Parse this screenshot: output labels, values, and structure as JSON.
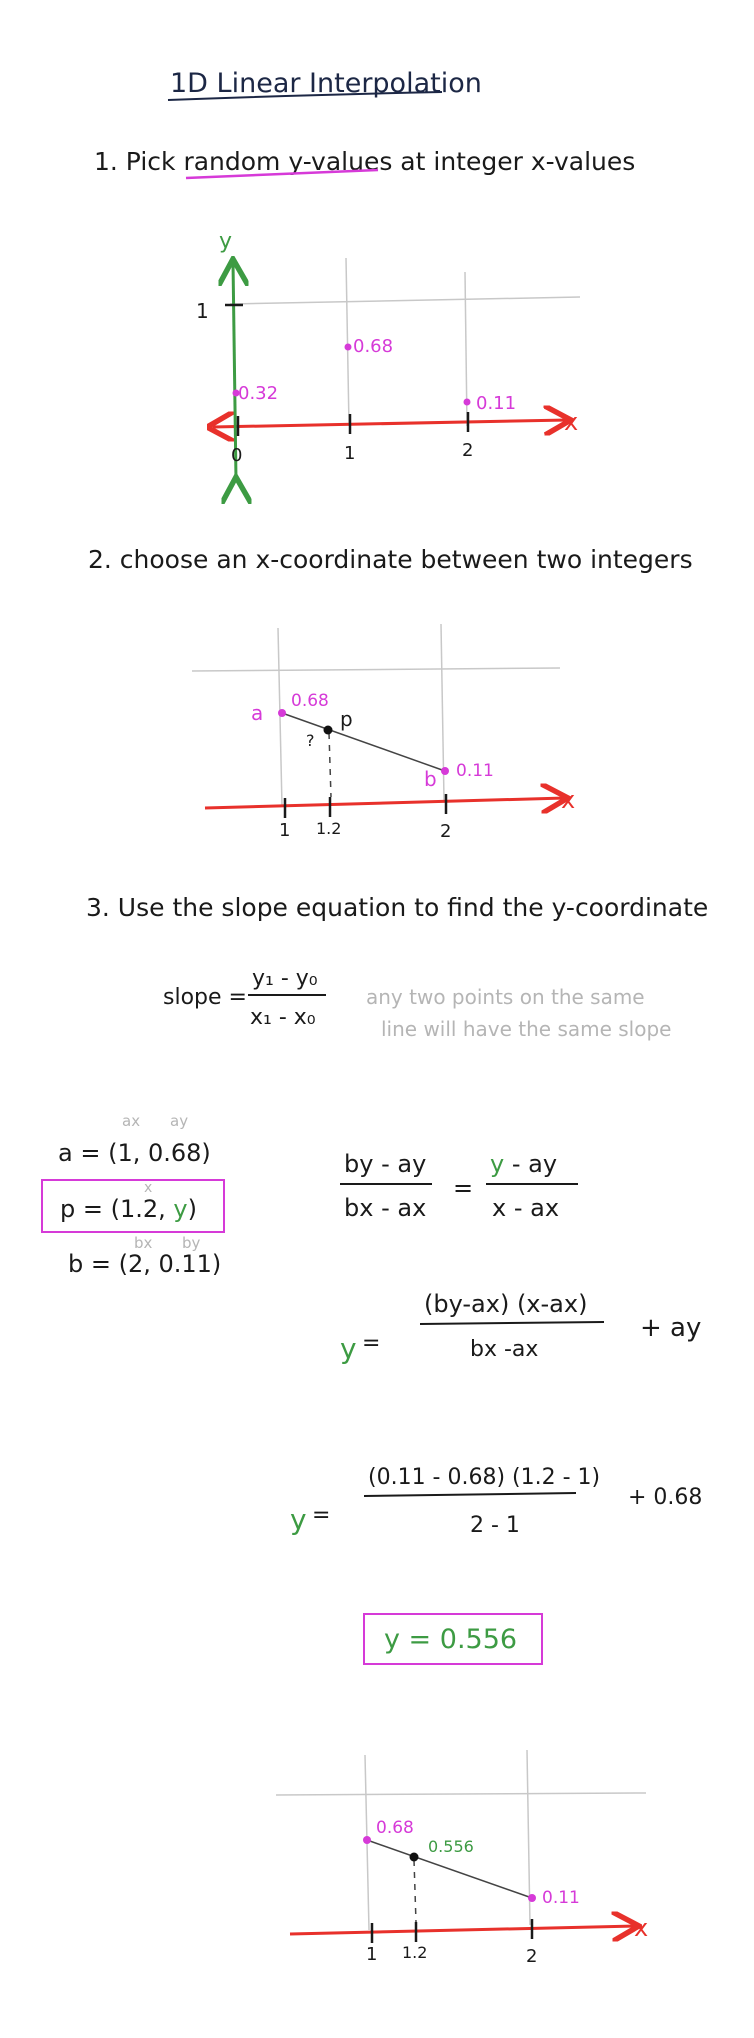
{
  "title": "1D Linear Interpolation",
  "steps": {
    "s1": "1. Pick random y-values at integer x-values",
    "s2": "2. choose an x-coordinate between two integers",
    "s3": "3. Use the slope equation to find the y-coordinate"
  },
  "graph1": {
    "axis_y": "y",
    "axis_x": "x",
    "y_tick": "1",
    "x_ticks": [
      "0",
      "1",
      "2"
    ],
    "point_labels": [
      "0.32",
      "0.68",
      "0.11"
    ]
  },
  "graph2": {
    "axis_x": "x",
    "x_ticks": [
      "1",
      "1.2",
      "2"
    ],
    "label_a": "a",
    "label_b": "b",
    "label_p": "p",
    "label_q": "?",
    "val_a": "0.68",
    "val_b": "0.11"
  },
  "slope": {
    "lhs": "slope =",
    "num": "y₁ - y₀",
    "den": "x₁ - x₀",
    "note1": "any two points on the same",
    "note2": "line will have the same slope"
  },
  "points": {
    "sub_a1": "ax",
    "sub_a2": "ay",
    "a": "a  =  (1, 0.68)",
    "sub_px": "x",
    "p_pre": "p  = (1.2, ",
    "p_y": "y",
    "p_post": ")",
    "sub_b1": "bx",
    "sub_b2": "by",
    "b": "b  =  (2, 0.11)"
  },
  "eq1": {
    "lnum": "by - ay",
    "lden": "bx - ax",
    "eq": "=",
    "rnum_y": "y",
    "rnum_rest": " - ay",
    "rden": "x - ax"
  },
  "eq2": {
    "y": "y",
    "eq": "=",
    "num": "(by-ax) (x-ax)",
    "den": "bx -ax",
    "plus": "+ ay"
  },
  "eq3": {
    "y": "y",
    "eq": "=",
    "num": "(0.11 - 0.68) (1.2 - 1)",
    "den": "2 - 1",
    "plus": "+  0.68"
  },
  "result": "y = 0.556",
  "graph3": {
    "axis_x": "x",
    "x_ticks": [
      "1",
      "1.2",
      "2"
    ],
    "val_a": "0.68",
    "val_p": "0.556",
    "val_b": "0.11"
  },
  "colors": {
    "ink": "#1a1a1a",
    "magenta": "#d63ad8",
    "red": "#e8312b",
    "green": "#3d9b43",
    "grid": "#c8c8c8",
    "note": "#b5b5b5",
    "navy": "#1c2745"
  }
}
